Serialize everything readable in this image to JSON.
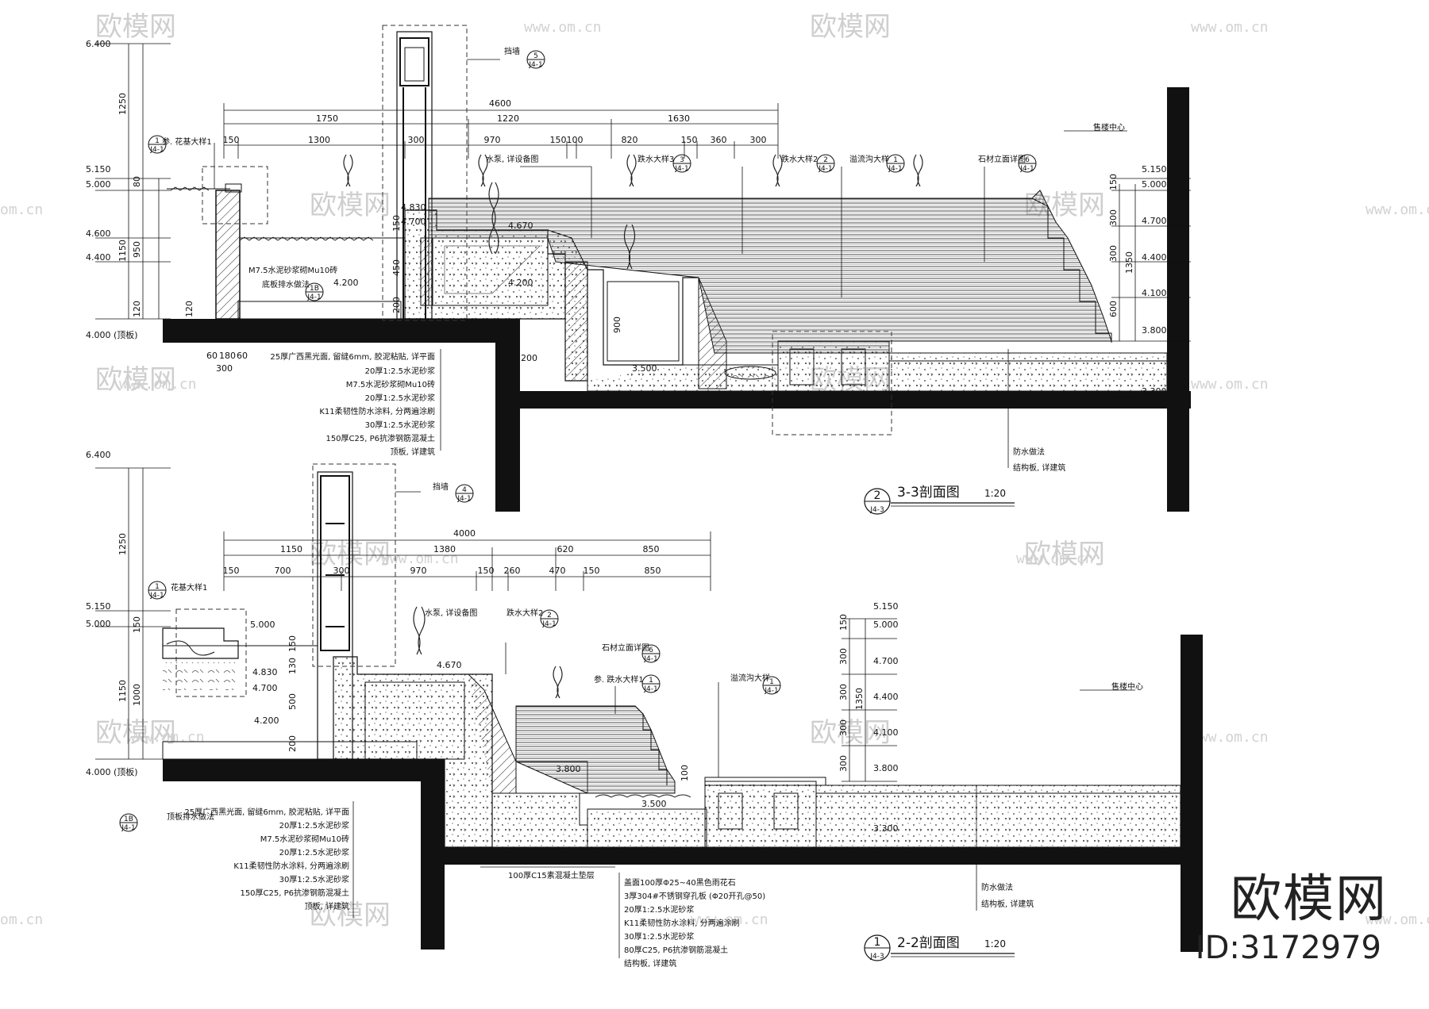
{
  "watermark": {
    "brand": "欧模网",
    "url": "www.om.cn",
    "url_short": "om.cn",
    "id": "ID:3172979"
  },
  "section_top": {
    "title": "3-3剖面图",
    "scale": "1:20",
    "index_number": "2",
    "index_sheet": "J4-3",
    "levels": [
      "6.400",
      "5.150",
      "5.000",
      "4.600",
      "4.400",
      "4.000 (顶板)",
      "5.150",
      "5.000",
      "4.700",
      "4.400",
      "4.100",
      "3.800",
      "3.300",
      "4.830",
      "4.700",
      "4.670",
      "4.200",
      "4.200",
      "3.500"
    ],
    "dims_top": [
      "4600",
      "1750",
      "1220",
      "1630",
      "150",
      "1300",
      "300",
      "970",
      "150",
      "100",
      "820",
      "150",
      "360",
      "300"
    ],
    "dims_left": [
      "1250",
      "80",
      "950",
      "1150",
      "120",
      "120"
    ],
    "dims_right": [
      "150",
      "300",
      "300",
      "1350",
      "600"
    ],
    "dims_misc": [
      "150",
      "450",
      "200",
      "900",
      "200",
      "60",
      "180",
      "60",
      "300"
    ],
    "callouts": [
      "参. 花基大样1",
      "挡墙",
      "水泵, 详设备图",
      "跌水大样3",
      "跌水大样2",
      "溢流沟大样",
      "石材立面详图",
      "售楼中心",
      "M7.5水泥砂浆砌Mu10砖",
      "底板排水做法",
      "防水做法",
      "结构板, 详建筑"
    ],
    "callout_marks": [
      "1",
      "J4-1",
      "5",
      "J4-1",
      "3",
      "J4-1",
      "2",
      "J4-1",
      "1",
      "J4-1",
      "6",
      "J4-1",
      "1B",
      "J4-1"
    ],
    "layers": [
      "25厚广西黑光面, 留缝6mm, 胶泥粘贴, 详平面",
      "20厚1:2.5水泥砂浆",
      "M7.5水泥砂浆砌Mu10砖",
      "20厚1:2.5水泥砂浆",
      "K11柔韧性防水涂料, 分两遍涂刷",
      "30厚1:2.5水泥砂浆",
      "150厚C25, P6抗渗钢筋混凝土",
      "顶板, 详建筑"
    ]
  },
  "section_bottom": {
    "title": "2-2剖面图",
    "scale": "1:20",
    "index_number": "1",
    "index_sheet": "J4-3",
    "levels": [
      "6.400",
      "5.150",
      "5.000",
      "4.000 (顶板)",
      "5.000",
      "4.830",
      "4.700",
      "4.670",
      "4.200",
      "3.800",
      "3.500",
      "5.150",
      "5.000",
      "4.700",
      "4.400",
      "4.100",
      "3.800",
      "3.300"
    ],
    "dims_top": [
      "4000",
      "1150",
      "1380",
      "620",
      "850",
      "150",
      "700",
      "300",
      "970",
      "150",
      "260",
      "470",
      "150",
      "850"
    ],
    "dims_left": [
      "1250",
      "150",
      "1150",
      "1000"
    ],
    "dims_misc": [
      "150",
      "130",
      "500",
      "200",
      "100"
    ],
    "dims_right": [
      "150",
      "300",
      "300",
      "300",
      "300",
      "1350"
    ],
    "callouts": [
      "花基大样1",
      "挡墙",
      "水泵, 详设备图",
      "跌水大样2",
      "石材立面详图",
      "参. 跌水大样1",
      "溢流沟大样",
      "售楼中心",
      "顶板排水做法",
      "防水做法",
      "结构板, 详建筑",
      "100厚C15素混凝土垫层"
    ],
    "callout_marks": [
      "1",
      "J4-1",
      "4",
      "J4-1",
      "2",
      "J4-1",
      "6",
      "J4-1",
      "1",
      "J4-1",
      "1",
      "J4-1",
      "1B",
      "J4-1"
    ],
    "layers_left": [
      "25厚广西黑光面, 留缝6mm, 胶泥粘贴, 详平面",
      "20厚1:2.5水泥砂浆",
      "M7.5水泥砂浆砌Mu10砖",
      "20厚1:2.5水泥砂浆",
      "K11柔韧性防水涂料, 分两遍涂刷",
      "30厚1:2.5水泥砂浆",
      "150厚C25, P6抗渗钢筋混凝土",
      "顶板, 详建筑"
    ],
    "layers_bottom": [
      "盖面100厚Φ25~40黑色雨花石",
      "3厚304#不锈钢穿孔板 (Φ20开孔@50)",
      "20厚1:2.5水泥砂浆",
      "K11柔韧性防水涂料, 分两遍涂刷",
      "30厚1:2.5水泥砂浆",
      "80厚C25, P6抗渗钢筋混凝土",
      "结构板, 详建筑"
    ]
  }
}
